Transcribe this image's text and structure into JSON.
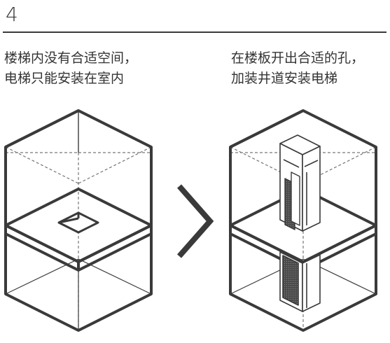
{
  "step": {
    "number": "4"
  },
  "captions": {
    "left": {
      "line1": "楼梯内没有合适空间，",
      "line2": "电梯只能安装在室内"
    },
    "right": {
      "line1": "在楼板开出合适的孔，",
      "line2": "加装井道安装电梯"
    }
  },
  "icons": {
    "arrow": "chevron-right-icon"
  },
  "colors": {
    "line": "#3a3a3a",
    "dashed": "#777777",
    "shaft_dark": "#555555"
  }
}
